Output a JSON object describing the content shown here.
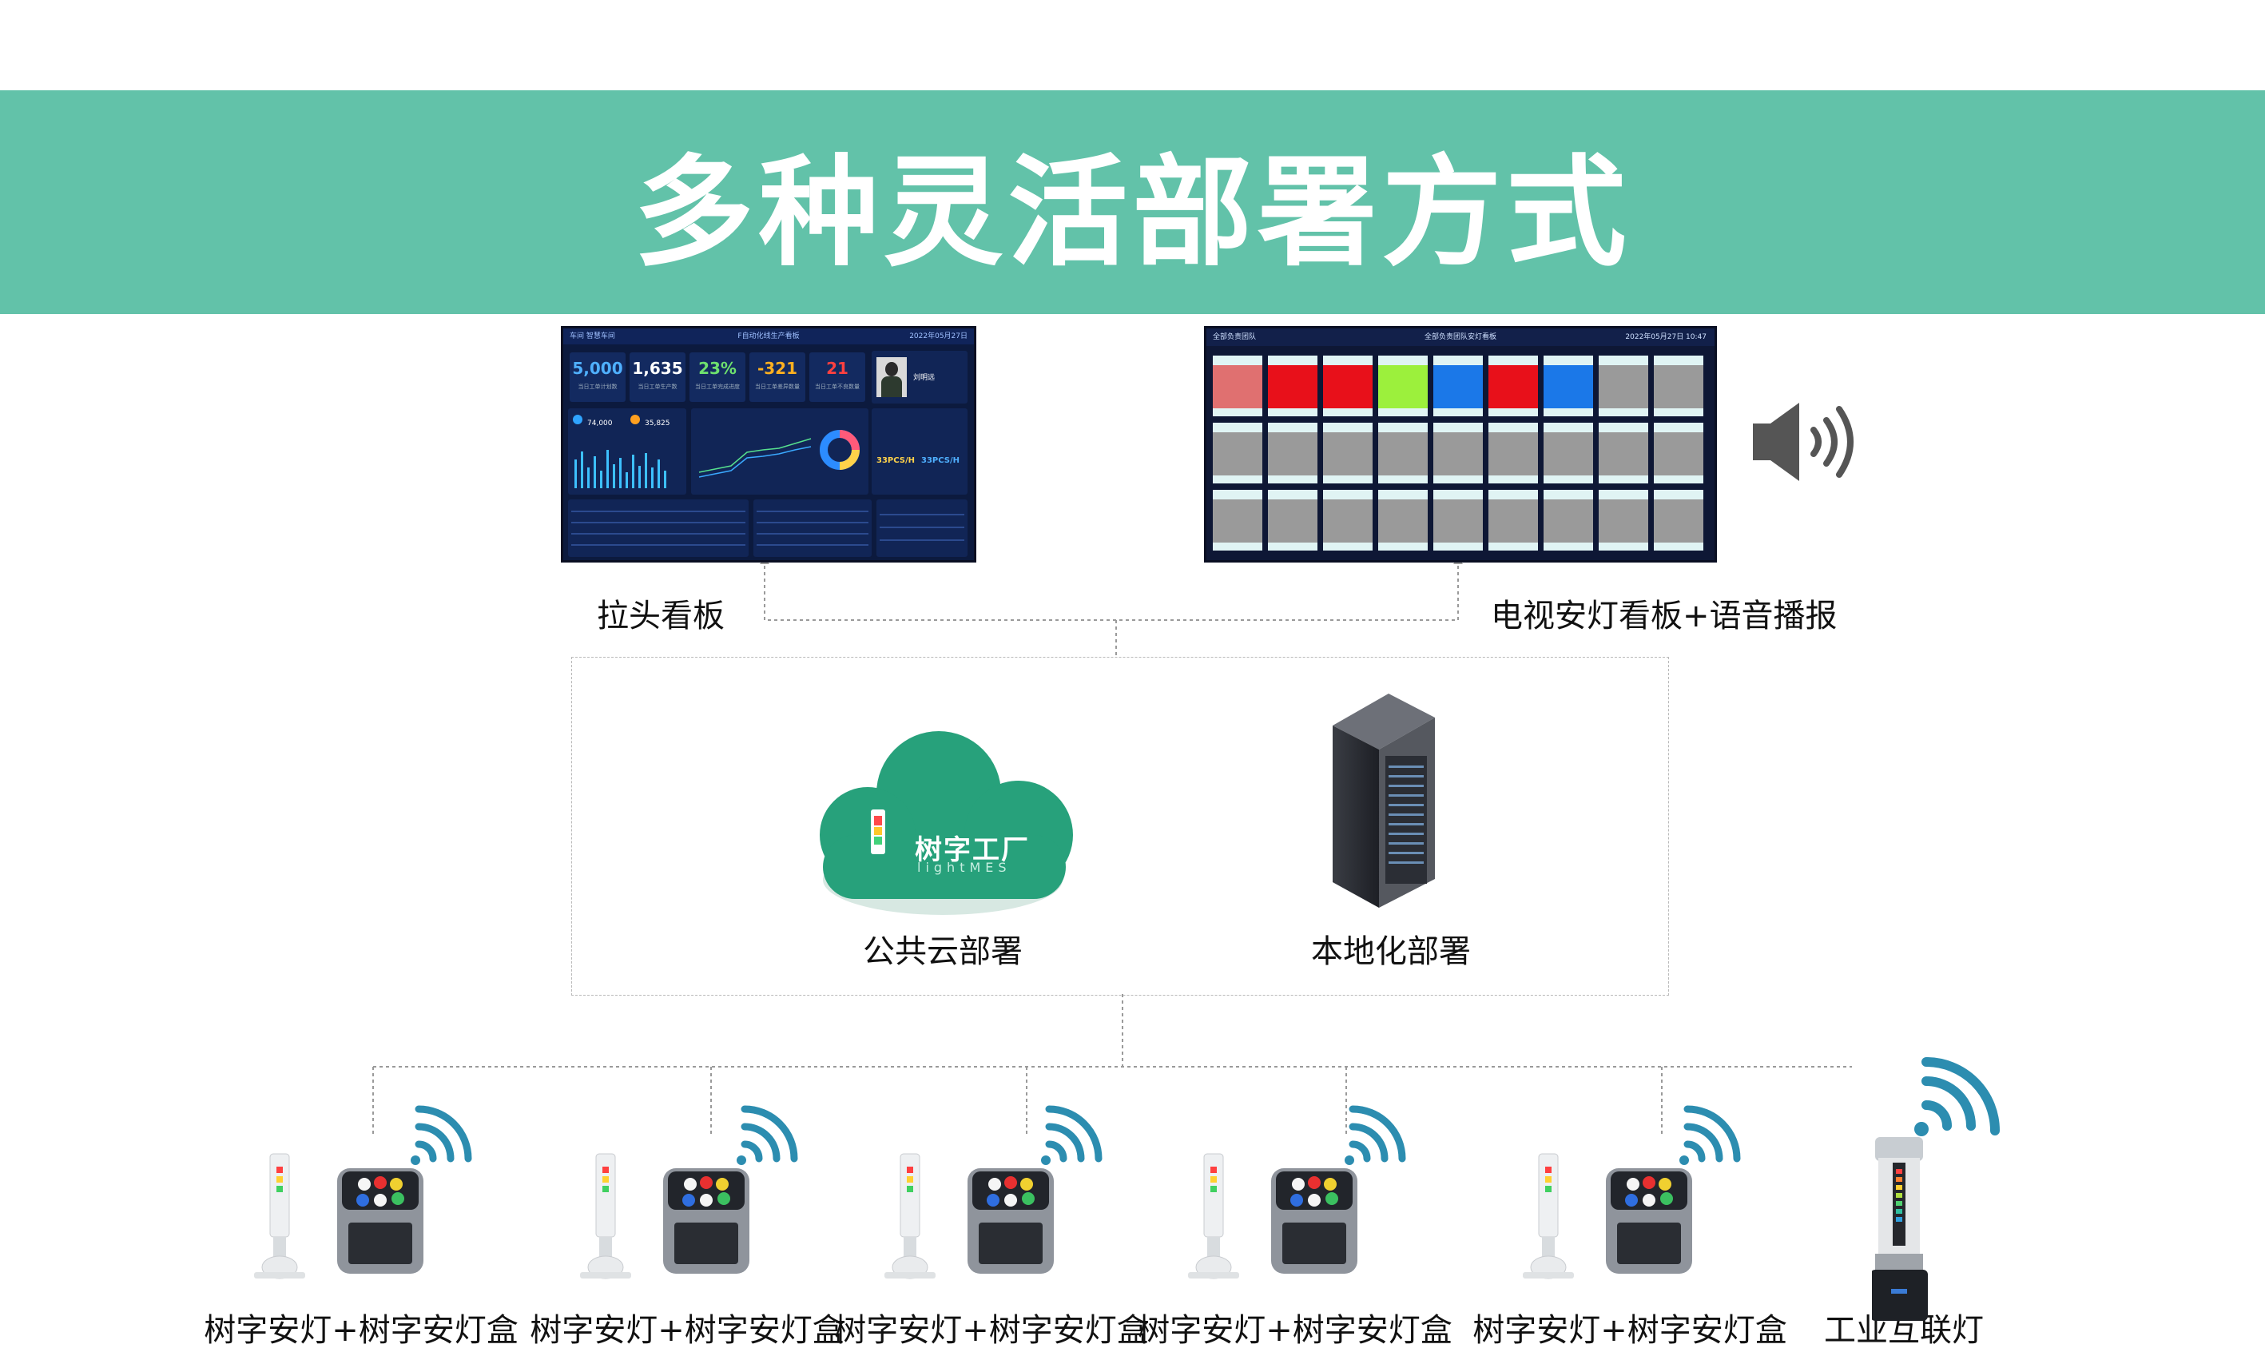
{
  "banner": {
    "title": "多种灵活部署方式"
  },
  "screens": {
    "board1": {
      "label": "拉头看板",
      "top_left": "车间  智慧车间",
      "top_title": "F自动化线生产看板",
      "top_right": "2022年05月27日",
      "kpis": [
        {
          "value": "5,000",
          "caption": "当日工单计划数",
          "color": "#4fb0ff"
        },
        {
          "value": "1,635",
          "caption": "当日工单生产数",
          "color": "#ffffff"
        },
        {
          "value": "23%",
          "caption": "当日工单完成进度",
          "color": "#6ee06e"
        },
        {
          "value": "-321",
          "caption": "当日工单差异数量",
          "color": "#ffb020"
        },
        {
          "value": "21",
          "caption": "当日工单不良数量",
          "color": "#ff4040"
        }
      ],
      "stats": [
        "74,000",
        "35,825"
      ],
      "person_name": "刘明远",
      "rates": [
        "33PCS/H",
        "33PCS/H"
      ]
    },
    "board2": {
      "label": "电视安灯看板+语音播报",
      "top_left": "全部负责团队",
      "top_title": "全部负责团队安灯看板",
      "top_right": "2022年05月27日 10:47",
      "tile_colors": [
        "#e07070",
        "#e8101a",
        "#e8101a",
        "#9cf03c",
        "#1b78e8",
        "#e8101a",
        "#1b78e8",
        "#9a9a9a",
        "#9a9a9a",
        "#9a9a9a",
        "#9a9a9a",
        "#9a9a9a",
        "#9a9a9a",
        "#9a9a9a",
        "#9a9a9a",
        "#9a9a9a",
        "#9a9a9a",
        "#9a9a9a",
        "#9a9a9a",
        "#9a9a9a",
        "#9a9a9a",
        "#9a9a9a",
        "#9a9a9a",
        "#9a9a9a",
        "#9a9a9a",
        "#9a9a9a",
        "#9a9a9a"
      ]
    },
    "speaker_icon": "speaker-icon"
  },
  "deploy": {
    "cloud_label": "公共云部署",
    "cloud_logo_text": "树字工厂",
    "cloud_logo_sub": "lightMES",
    "server_label": "本地化部署",
    "accent": "#27a17b"
  },
  "devices": [
    {
      "label": "树字安灯+树字安灯盒"
    },
    {
      "label": "树字安灯+树字安灯盒"
    },
    {
      "label": "树字安灯+树字安灯盒"
    },
    {
      "label": "树字安灯+树字安灯盒"
    },
    {
      "label": "树字安灯+树字安灯盒"
    },
    {
      "label": "工业互联灯"
    }
  ]
}
